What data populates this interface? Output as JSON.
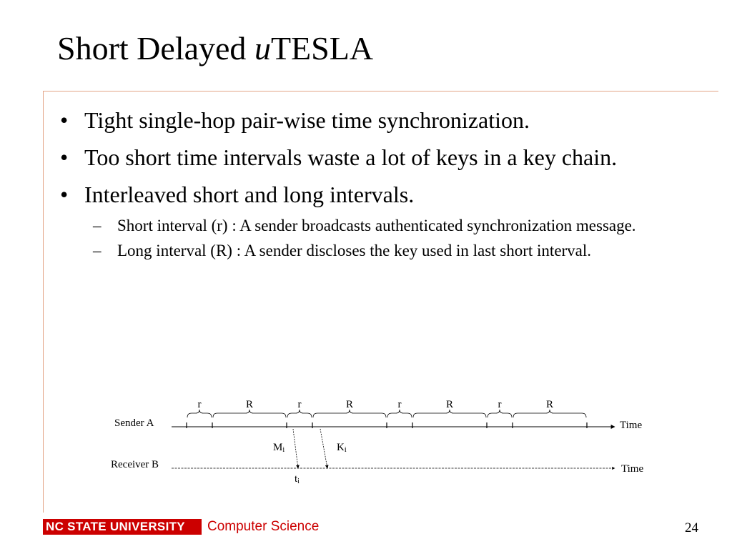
{
  "slide": {
    "title_prefix": "Short Delayed ",
    "title_italic": "u",
    "title_suffix": "TESLA",
    "bullets": [
      {
        "text": "Tight single-hop pair-wise time synchronization."
      },
      {
        "text": "Too short time intervals waste a lot of keys in a key chain."
      },
      {
        "text": "Interleaved short and long intervals.",
        "sub": [
          "Short interval (r)  : A sender broadcasts authenticated synchronization message.",
          "Long interval (R) : A sender discloses the key used in last short interval."
        ]
      }
    ],
    "bullet_glyph": "•",
    "dash_glyph": "–"
  },
  "diagram": {
    "sender_label": "Sender A",
    "receiver_label": "Receiver B",
    "time_label": "Time",
    "interval_labels": [
      "r",
      "R",
      "r",
      "R",
      "r",
      "R",
      "r",
      "R"
    ],
    "message_label": "M",
    "message_sub": "i",
    "key_label": "K",
    "key_sub": "i",
    "receive_label": "t",
    "receive_sub": "i"
  },
  "footer": {
    "university": "NC STATE UNIVERSITY",
    "department": "Computer Science",
    "page_number": "24"
  }
}
